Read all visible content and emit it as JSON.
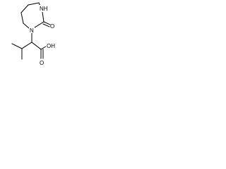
{
  "molecule": {
    "atoms": {
      "nh": "NH",
      "n": "N",
      "o_carbonyl": "O",
      "o_acid": "O",
      "oh": "OH"
    }
  }
}
